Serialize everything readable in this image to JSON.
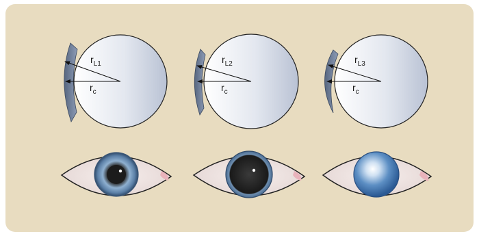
{
  "panels": [
    {
      "id": "lens-1",
      "radius_label": {
        "base": "r",
        "sub": "L1"
      },
      "cornea_label": {
        "base": "r",
        "sub": "c"
      }
    },
    {
      "id": "lens-2",
      "radius_label": {
        "base": "r",
        "sub": "L2"
      },
      "cornea_label": {
        "base": "r",
        "sub": "c"
      }
    },
    {
      "id": "lens-3",
      "radius_label": {
        "base": "r",
        "sub": "L3"
      },
      "cornea_label": {
        "base": "r",
        "sub": "c"
      }
    }
  ],
  "eyes": [
    {
      "id": "eye-1",
      "iris_color": "#6f8fb0",
      "pupil_color": "#1c1c1c"
    },
    {
      "id": "eye-2",
      "iris_color": "#6f8fb0",
      "pupil_color": "#1c1c1c"
    },
    {
      "id": "eye-3",
      "iris_color": "#3c6fb0",
      "pupil_color": "#d9e8f5"
    }
  ],
  "colors": {
    "panel_background": "#e8dcc0",
    "sphere_fill": "#e9ecf3",
    "lens_fill": "#6e7f9e",
    "eye_white": "#efe4e2",
    "outline": "#222222"
  }
}
